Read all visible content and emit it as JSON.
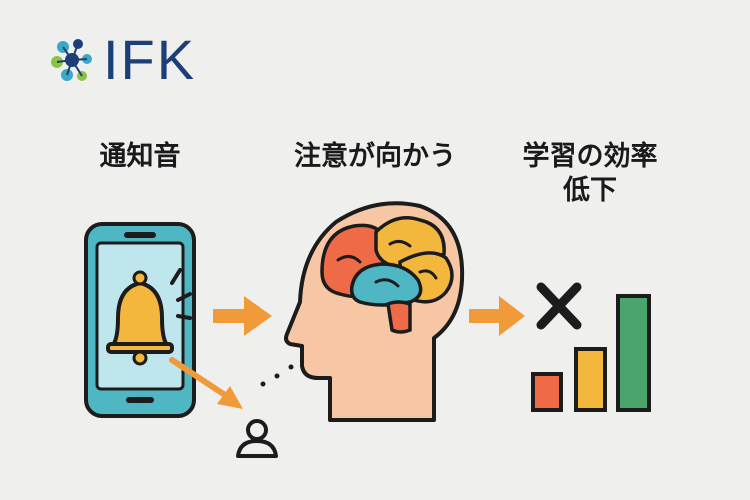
{
  "logo": {
    "text": "IFK"
  },
  "steps": {
    "notification_sound": "通知音",
    "attention_shift": "注意が向かう",
    "efficiency_drop_line1": "学習の効率",
    "efficiency_drop_line2": "低下"
  },
  "colors": {
    "brand": "#1d3f78",
    "accent_teal": "#4fb6c3",
    "arrow_orange": "#f19a3a",
    "bell_yellow": "#f4b73d",
    "bar_red": "#ef6a46",
    "bar_yellow": "#f4b73d",
    "bar_green": "#4aa46b",
    "outline": "#1c1c1c"
  },
  "icons": [
    "phone-icon",
    "bell-icon",
    "arrow-icon",
    "brain-head-icon",
    "person-icon",
    "cross-icon",
    "bar-chart-icon"
  ]
}
